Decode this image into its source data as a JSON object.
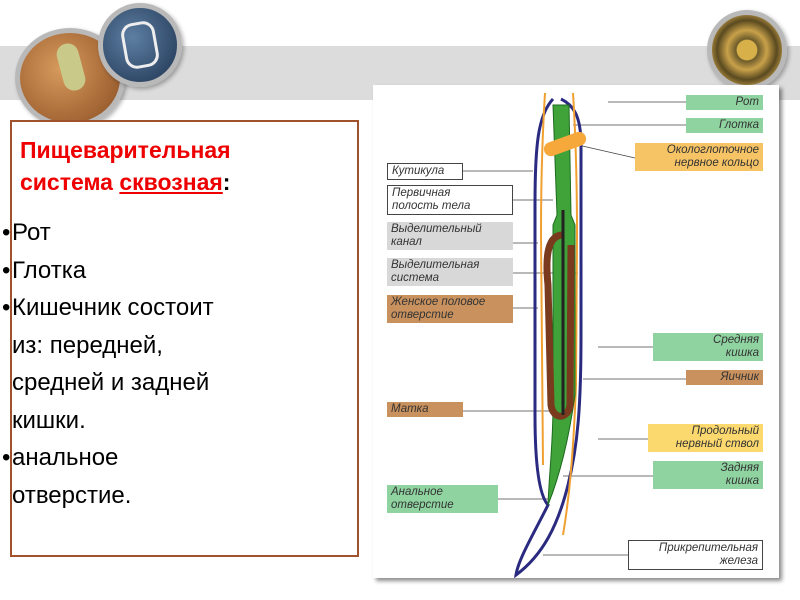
{
  "slide": {
    "title_part1": "Пищеварительная",
    "title_part2": "система ",
    "title_underlined": "сквозная",
    "title_colon": ":",
    "bullets": [
      "Рот",
      "Глотка",
      "Кишечник состоит из: передней, средней и задней кишки.",
      " анальное отверстие."
    ],
    "bullet_lines": {
      "b3_l1": "Кишечник состоит",
      "b3_l2": "из: передней,",
      "b3_l3": "средней и задней",
      "b3_l4": "кишки.",
      "b4_l1": " анальное",
      "b4_l2": "отверстие."
    },
    "bullet_symbol": "•"
  },
  "diagram": {
    "labels": {
      "mouth": "Рот",
      "pharynx": "Глотка",
      "nerve_ring": [
        "Окологлоточное",
        "нервное кольцо"
      ],
      "cuticle": "Кутикула",
      "body_cavity": [
        "Первичная",
        "полость тела"
      ],
      "excretory_canal": [
        "Выделительный",
        "канал"
      ],
      "excretory_system": [
        "Выделительная",
        "система"
      ],
      "female_opening": [
        "Женское половое",
        "отверстие"
      ],
      "midgut": [
        "Средняя",
        "кишка"
      ],
      "ovary": "Яичник",
      "uterus": "Матка",
      "nerve_cord": [
        "Продольный",
        "нервный ствол"
      ],
      "hindgut": [
        "Задняя",
        "кишка"
      ],
      "anus": [
        "Анальное",
        "отверстие"
      ],
      "gland": [
        "Прикрепительная",
        "железа"
      ]
    },
    "colors": {
      "gut": "#3fa33a",
      "nerve": "#f0a030",
      "cuticle": "#2a2a80",
      "repro": "#7a3a1e"
    }
  }
}
